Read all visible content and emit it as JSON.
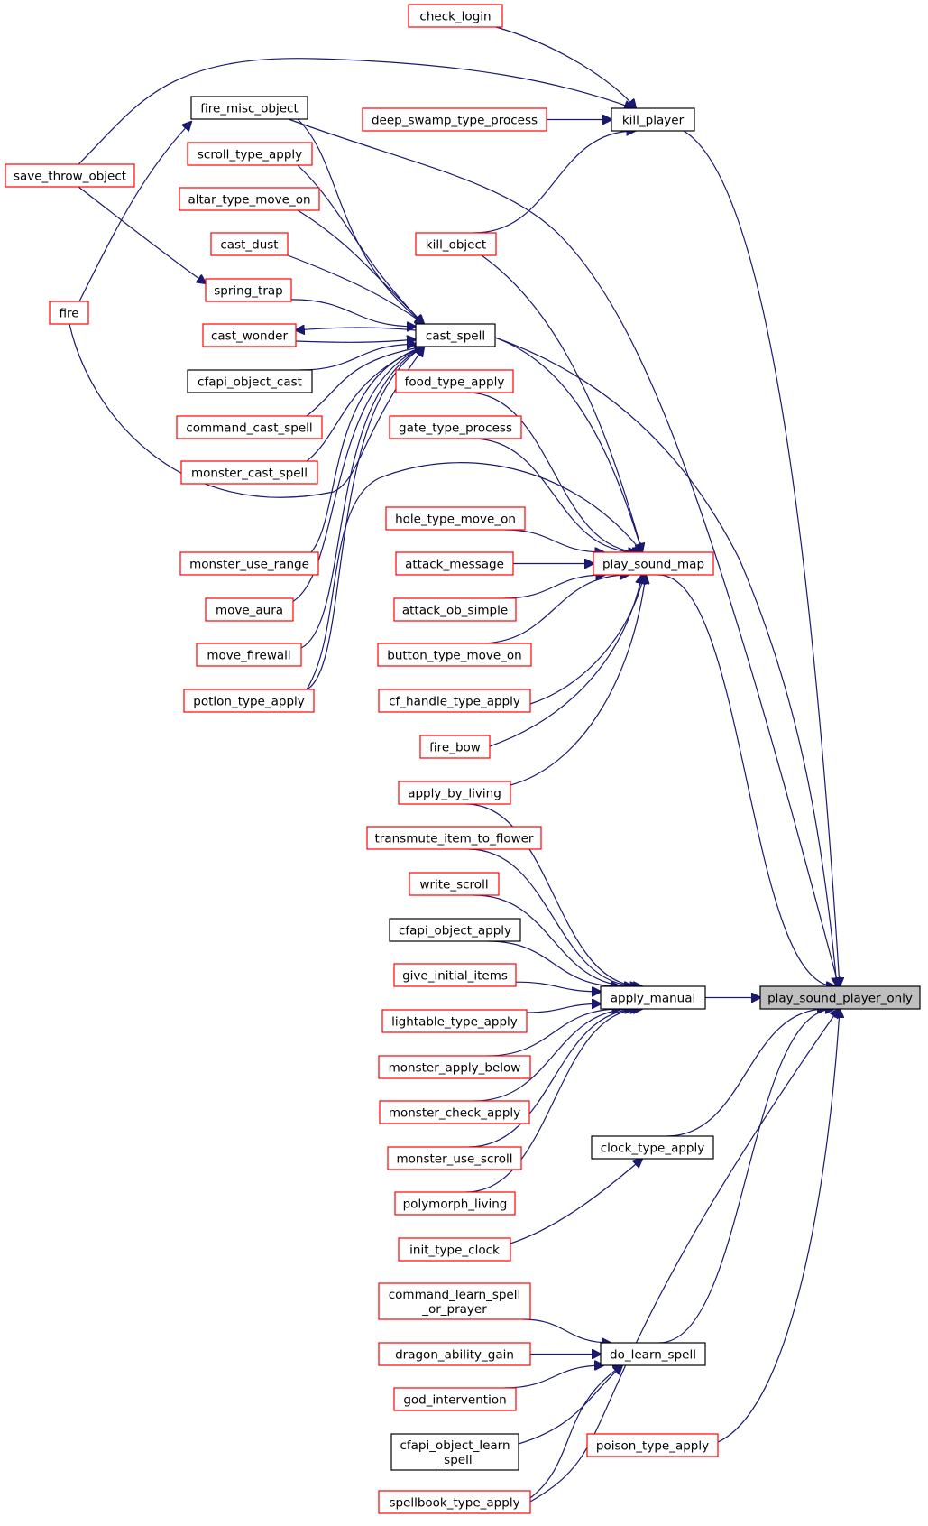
{
  "graph": {
    "root": "play_sound_player_only",
    "colors": {
      "edge": "#191970",
      "red_border": "#ff0000",
      "black_border": "#000000",
      "root_fill": "#bfbfbf"
    },
    "nodes": [
      {
        "id": "check_login",
        "lines": [
          "check_login"
        ],
        "border": "red"
      },
      {
        "id": "fire_misc_object",
        "lines": [
          "fire_misc_object"
        ],
        "border": "black"
      },
      {
        "id": "deep_swamp_type_process",
        "lines": [
          "deep_swamp_type_process"
        ],
        "border": "red"
      },
      {
        "id": "kill_player",
        "lines": [
          "kill_player"
        ],
        "border": "black"
      },
      {
        "id": "scroll_type_apply",
        "lines": [
          "scroll_type_apply"
        ],
        "border": "red"
      },
      {
        "id": "save_throw_object",
        "lines": [
          "save_throw_object"
        ],
        "border": "red"
      },
      {
        "id": "altar_type_move_on",
        "lines": [
          "altar_type_move_on"
        ],
        "border": "red"
      },
      {
        "id": "cast_dust",
        "lines": [
          "cast_dust"
        ],
        "border": "red"
      },
      {
        "id": "kill_object",
        "lines": [
          "kill_object"
        ],
        "border": "red"
      },
      {
        "id": "spring_trap",
        "lines": [
          "spring_trap"
        ],
        "border": "red"
      },
      {
        "id": "fire",
        "lines": [
          "fire"
        ],
        "border": "red"
      },
      {
        "id": "cast_wonder",
        "lines": [
          "cast_wonder"
        ],
        "border": "red"
      },
      {
        "id": "cast_spell",
        "lines": [
          "cast_spell"
        ],
        "border": "black"
      },
      {
        "id": "cfapi_object_cast",
        "lines": [
          "cfapi_object_cast"
        ],
        "border": "black"
      },
      {
        "id": "food_type_apply",
        "lines": [
          "food_type_apply"
        ],
        "border": "red"
      },
      {
        "id": "command_cast_spell",
        "lines": [
          "command_cast_spell"
        ],
        "border": "red"
      },
      {
        "id": "gate_type_process",
        "lines": [
          "gate_type_process"
        ],
        "border": "red"
      },
      {
        "id": "monster_cast_spell",
        "lines": [
          "monster_cast_spell"
        ],
        "border": "red"
      },
      {
        "id": "hole_type_move_on",
        "lines": [
          "hole_type_move_on"
        ],
        "border": "red"
      },
      {
        "id": "monster_use_range",
        "lines": [
          "monster_use_range"
        ],
        "border": "red"
      },
      {
        "id": "attack_message",
        "lines": [
          "attack_message"
        ],
        "border": "red"
      },
      {
        "id": "play_sound_map",
        "lines": [
          "play_sound_map"
        ],
        "border": "red"
      },
      {
        "id": "move_aura",
        "lines": [
          "move_aura"
        ],
        "border": "red"
      },
      {
        "id": "attack_ob_simple",
        "lines": [
          "attack_ob_simple"
        ],
        "border": "red"
      },
      {
        "id": "move_firewall",
        "lines": [
          "move_firewall"
        ],
        "border": "red"
      },
      {
        "id": "button_type_move_on",
        "lines": [
          "button_type_move_on"
        ],
        "border": "red"
      },
      {
        "id": "potion_type_apply",
        "lines": [
          "potion_type_apply"
        ],
        "border": "red"
      },
      {
        "id": "cf_handle_type_apply",
        "lines": [
          "cf_handle_type_apply"
        ],
        "border": "red"
      },
      {
        "id": "fire_bow",
        "lines": [
          "fire_bow"
        ],
        "border": "red"
      },
      {
        "id": "apply_by_living",
        "lines": [
          "apply_by_living"
        ],
        "border": "red"
      },
      {
        "id": "transmute_item_to_flower",
        "lines": [
          "transmute_item_to_flower"
        ],
        "border": "red"
      },
      {
        "id": "write_scroll",
        "lines": [
          "write_scroll"
        ],
        "border": "red"
      },
      {
        "id": "cfapi_object_apply",
        "lines": [
          "cfapi_object_apply"
        ],
        "border": "black"
      },
      {
        "id": "give_initial_items",
        "lines": [
          "give_initial_items"
        ],
        "border": "red"
      },
      {
        "id": "apply_manual",
        "lines": [
          "apply_manual"
        ],
        "border": "black"
      },
      {
        "id": "play_sound_player_only",
        "lines": [
          "play_sound_player_only"
        ],
        "border": "root"
      },
      {
        "id": "lightable_type_apply",
        "lines": [
          "lightable_type_apply"
        ],
        "border": "red"
      },
      {
        "id": "monster_apply_below",
        "lines": [
          "monster_apply_below"
        ],
        "border": "red"
      },
      {
        "id": "monster_check_apply",
        "lines": [
          "monster_check_apply"
        ],
        "border": "red"
      },
      {
        "id": "clock_type_apply",
        "lines": [
          "clock_type_apply"
        ],
        "border": "black"
      },
      {
        "id": "monster_use_scroll",
        "lines": [
          "monster_use_scroll"
        ],
        "border": "red"
      },
      {
        "id": "polymorph_living",
        "lines": [
          "polymorph_living"
        ],
        "border": "red"
      },
      {
        "id": "init_type_clock",
        "lines": [
          "init_type_clock"
        ],
        "border": "red"
      },
      {
        "id": "command_learn_spell_or_prayer",
        "lines": [
          "command_learn_spell",
          "_or_prayer"
        ],
        "border": "red"
      },
      {
        "id": "dragon_ability_gain",
        "lines": [
          "dragon_ability_gain"
        ],
        "border": "red"
      },
      {
        "id": "do_learn_spell",
        "lines": [
          "do_learn_spell"
        ],
        "border": "black"
      },
      {
        "id": "god_intervention",
        "lines": [
          "god_intervention"
        ],
        "border": "red"
      },
      {
        "id": "cfapi_object_learn_spell",
        "lines": [
          "cfapi_object_learn",
          "_spell"
        ],
        "border": "black"
      },
      {
        "id": "poison_type_apply",
        "lines": [
          "poison_type_apply"
        ],
        "border": "red"
      },
      {
        "id": "spellbook_type_apply",
        "lines": [
          "spellbook_type_apply"
        ],
        "border": "red"
      }
    ],
    "edges": [
      {
        "from": "check_login",
        "to": "kill_player"
      },
      {
        "from": "deep_swamp_type_process",
        "to": "kill_player"
      },
      {
        "from": "save_throw_object",
        "to": "kill_player"
      },
      {
        "from": "kill_object",
        "to": "kill_player"
      },
      {
        "from": "save_throw_object",
        "to": "spring_trap"
      },
      {
        "from": "fire",
        "to": "fire_misc_object"
      },
      {
        "from": "fire_misc_object",
        "to": "cast_spell"
      },
      {
        "from": "scroll_type_apply",
        "to": "cast_spell"
      },
      {
        "from": "altar_type_move_on",
        "to": "cast_spell"
      },
      {
        "from": "cast_dust",
        "to": "cast_spell"
      },
      {
        "from": "spring_trap",
        "to": "cast_spell"
      },
      {
        "from": "cast_wonder",
        "to": "cast_spell"
      },
      {
        "from": "cast_spell",
        "to": "cast_wonder"
      },
      {
        "from": "cfapi_object_cast",
        "to": "cast_spell"
      },
      {
        "from": "command_cast_spell",
        "to": "cast_spell"
      },
      {
        "from": "monster_cast_spell",
        "to": "cast_spell"
      },
      {
        "from": "monster_use_range",
        "to": "cast_spell"
      },
      {
        "from": "move_aura",
        "to": "cast_spell"
      },
      {
        "from": "move_firewall",
        "to": "cast_spell"
      },
      {
        "from": "potion_type_apply",
        "to": "cast_spell"
      },
      {
        "from": "fire",
        "to": "cast_spell"
      },
      {
        "from": "cast_spell",
        "to": "play_sound_map"
      },
      {
        "from": "kill_object",
        "to": "play_sound_map"
      },
      {
        "from": "food_type_apply",
        "to": "play_sound_map"
      },
      {
        "from": "gate_type_process",
        "to": "play_sound_map"
      },
      {
        "from": "hole_type_move_on",
        "to": "play_sound_map"
      },
      {
        "from": "attack_message",
        "to": "play_sound_map"
      },
      {
        "from": "attack_ob_simple",
        "to": "play_sound_map"
      },
      {
        "from": "button_type_move_on",
        "to": "play_sound_map"
      },
      {
        "from": "cf_handle_type_apply",
        "to": "play_sound_map"
      },
      {
        "from": "fire_bow",
        "to": "play_sound_map"
      },
      {
        "from": "apply_by_living",
        "to": "play_sound_map"
      },
      {
        "from": "potion_type_apply",
        "to": "play_sound_map"
      },
      {
        "from": "apply_by_living",
        "to": "apply_manual"
      },
      {
        "from": "transmute_item_to_flower",
        "to": "apply_manual"
      },
      {
        "from": "write_scroll",
        "to": "apply_manual"
      },
      {
        "from": "cfapi_object_apply",
        "to": "apply_manual"
      },
      {
        "from": "give_initial_items",
        "to": "apply_manual"
      },
      {
        "from": "lightable_type_apply",
        "to": "apply_manual"
      },
      {
        "from": "monster_apply_below",
        "to": "apply_manual"
      },
      {
        "from": "monster_check_apply",
        "to": "apply_manual"
      },
      {
        "from": "monster_use_scroll",
        "to": "apply_manual"
      },
      {
        "from": "polymorph_living",
        "to": "apply_manual"
      },
      {
        "from": "init_type_clock",
        "to": "clock_type_apply"
      },
      {
        "from": "command_learn_spell_or_prayer",
        "to": "do_learn_spell"
      },
      {
        "from": "dragon_ability_gain",
        "to": "do_learn_spell"
      },
      {
        "from": "god_intervention",
        "to": "do_learn_spell"
      },
      {
        "from": "cfapi_object_learn_spell",
        "to": "do_learn_spell"
      },
      {
        "from": "spellbook_type_apply",
        "to": "do_learn_spell"
      },
      {
        "from": "kill_player",
        "to": "play_sound_player_only"
      },
      {
        "from": "fire_misc_object",
        "to": "play_sound_player_only"
      },
      {
        "from": "cast_spell",
        "to": "play_sound_player_only"
      },
      {
        "from": "play_sound_map",
        "to": "play_sound_player_only"
      },
      {
        "from": "apply_manual",
        "to": "play_sound_player_only"
      },
      {
        "from": "clock_type_apply",
        "to": "play_sound_player_only"
      },
      {
        "from": "do_learn_spell",
        "to": "play_sound_player_only"
      },
      {
        "from": "poison_type_apply",
        "to": "play_sound_player_only"
      },
      {
        "from": "spellbook_type_apply",
        "to": "play_sound_player_only"
      }
    ]
  }
}
